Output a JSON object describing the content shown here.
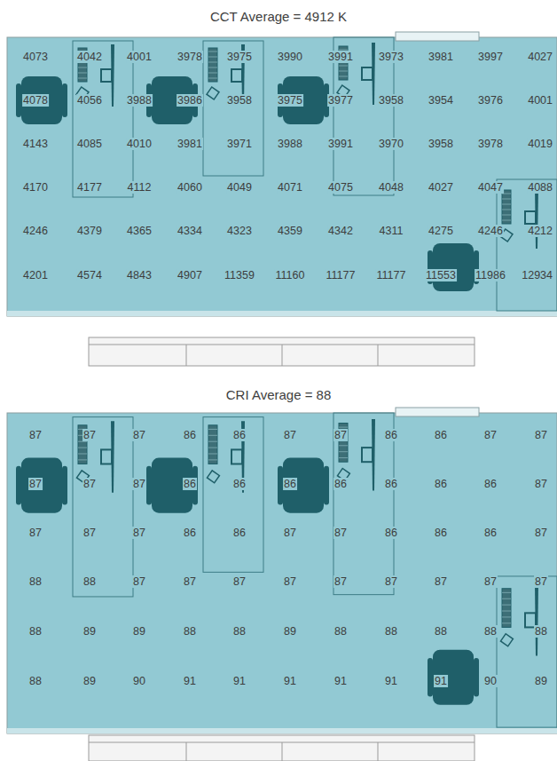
{
  "diagram": {
    "title": "CCT Average = 4912 K",
    "labels": [
      "CRI Average = 88",
      "4073",
      "4042",
      "4001",
      "3978",
      "3975",
      "3990",
      "3991",
      "3973",
      "3981",
      "3997",
      "4027",
      "4078",
      "4056",
      "3988",
      "3986",
      "3958",
      "3975",
      "3977",
      "3958",
      "3954",
      "3976",
      "4001",
      "4143",
      "4085",
      "4010",
      "3981",
      "3971",
      "3988",
      "3991",
      "3970",
      "3958",
      "3978",
      "4019",
      "4170",
      "4177",
      "4112",
      "4060",
      "4049",
      "4071",
      "4075",
      "4048",
      "4027",
      "4047",
      "4088",
      "4246",
      "4379",
      "4365",
      "4334",
      "4323",
      "4359",
      "4342",
      "4311",
      "4275",
      "4246",
      "4212",
      "4201",
      "4574",
      "4843",
      "4907",
      "11359",
      "11160",
      "11177",
      "11177",
      "11553",
      "11986",
      "12934",
      "87",
      "87",
      "87",
      "86",
      "86",
      "87",
      "87",
      "86",
      "86",
      "87",
      "87",
      "87",
      "87",
      "87",
      "86",
      "86",
      "86",
      "86",
      "86",
      "86",
      "86",
      "87",
      "87",
      "87",
      "87",
      "86",
      "86",
      "87",
      "87",
      "86",
      "86",
      "86",
      "87",
      "88",
      "88",
      "87",
      "87",
      "87",
      "87",
      "87",
      "87",
      "87",
      "87",
      "87",
      "88",
      "89",
      "89",
      "88",
      "88",
      "89",
      "88",
      "88",
      "88",
      "88",
      "88",
      "88",
      "89",
      "90",
      "91",
      "91",
      "91",
      "91",
      "91",
      "91",
      "90",
      "89"
    ]
  }
}
